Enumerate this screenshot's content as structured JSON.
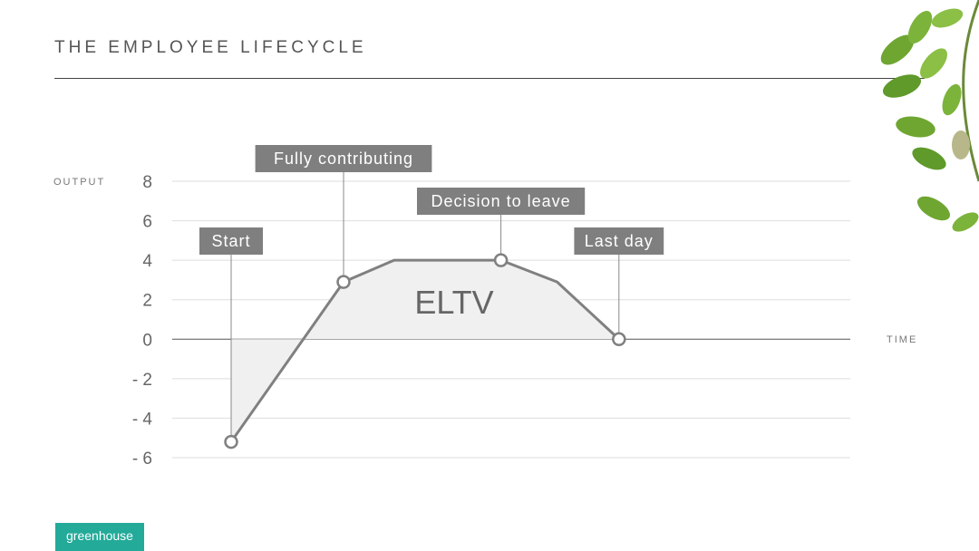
{
  "header": {
    "title": "THE EMPLOYEE LIFECYCLE"
  },
  "chart_data": {
    "type": "line",
    "ylim": [
      -6,
      8
    ],
    "y_ticks": [
      8,
      6,
      4,
      2,
      0,
      -2,
      -4,
      -6
    ],
    "y_tick_labels": [
      "8",
      "6",
      "4",
      "2",
      "0",
      "- 2",
      "- 4",
      "- 6"
    ],
    "grid": true,
    "ylabel": "OUTPUT",
    "xlabel": "TIME",
    "area_label": "ELTV",
    "series": [
      {
        "points": [
          [
            0,
            -5.2
          ],
          [
            1,
            2.9
          ],
          [
            1.45,
            4
          ],
          [
            2.4,
            4
          ],
          [
            2.9,
            2.9
          ],
          [
            3.45,
            0
          ]
        ]
      }
    ],
    "milestones": [
      {
        "label": "Start",
        "x": 0,
        "y": -5.2
      },
      {
        "label": "Fully contributing",
        "x": 1,
        "y": 2.9
      },
      {
        "label": "Decision to leave",
        "x": 2.4,
        "y": 4
      },
      {
        "label": "Last day",
        "x": 3.45,
        "y": 0
      }
    ],
    "colors": {
      "line": "#808080",
      "fill": "#f0f0f0",
      "label_bg": "#7f7f7f",
      "grid": "#dddddd",
      "zero": "#555555"
    }
  },
  "brand": {
    "logo_text": "greenhouse",
    "logo_color": "#23aa99"
  }
}
